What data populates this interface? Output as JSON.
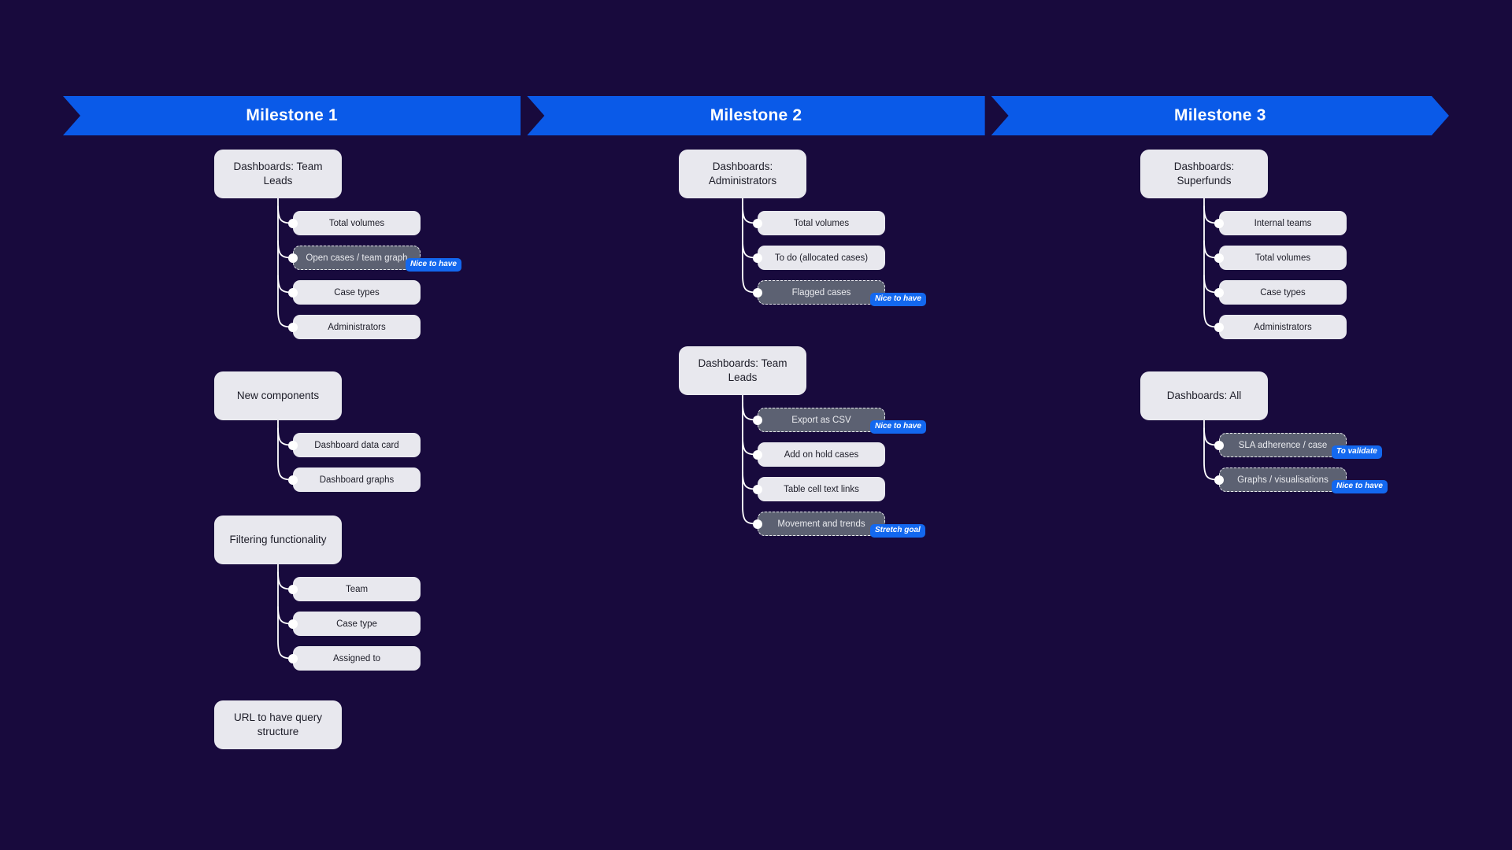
{
  "milestones": [
    {
      "label": "Milestone 1"
    },
    {
      "label": "Milestone 2"
    },
    {
      "label": "Milestone 3"
    }
  ],
  "colors": {
    "background": "#180a3d",
    "milestone_bar": "#0a5ae8",
    "card": "#e8e8ee",
    "card_text": "#1d1d28",
    "optional_card": "#5c6172",
    "optional_card_text": "#e9eaee",
    "badge": "#1368ef",
    "connector": "#ffffff"
  },
  "columns": [
    {
      "milestone": "Milestone 1",
      "groups": [
        {
          "title": "Dashboards: Team Leads",
          "children": [
            {
              "label": "Total volumes",
              "style": "solid",
              "badge": null
            },
            {
              "label": "Open cases / team graph",
              "style": "dashed",
              "badge": "Nice to have"
            },
            {
              "label": "Case types",
              "style": "solid",
              "badge": null
            },
            {
              "label": "Administrators",
              "style": "solid",
              "badge": null
            }
          ]
        },
        {
          "title": "New components",
          "children": [
            {
              "label": "Dashboard data card",
              "style": "solid",
              "badge": null
            },
            {
              "label": "Dashboard graphs",
              "style": "solid",
              "badge": null
            }
          ]
        },
        {
          "title": "Filtering functionality",
          "children": [
            {
              "label": "Team",
              "style": "solid",
              "badge": null
            },
            {
              "label": "Case type",
              "style": "solid",
              "badge": null
            },
            {
              "label": "Assigned to",
              "style": "solid",
              "badge": null
            }
          ]
        },
        {
          "title": "URL to have query structure",
          "children": []
        }
      ]
    },
    {
      "milestone": "Milestone 2",
      "groups": [
        {
          "title": "Dashboards: Administrators",
          "children": [
            {
              "label": "Total volumes",
              "style": "solid",
              "badge": null
            },
            {
              "label": "To do (allocated cases)",
              "style": "solid",
              "badge": null
            },
            {
              "label": "Flagged cases",
              "style": "dashed",
              "badge": "Nice to have"
            }
          ]
        },
        {
          "title": "Dashboards: Team Leads",
          "children": [
            {
              "label": "Export as CSV",
              "style": "dashed",
              "badge": "Nice to have"
            },
            {
              "label": "Add on hold cases",
              "style": "solid",
              "badge": null
            },
            {
              "label": "Table cell text links",
              "style": "solid",
              "badge": null
            },
            {
              "label": "Movement and trends",
              "style": "dashed",
              "badge": "Stretch goal"
            }
          ]
        }
      ]
    },
    {
      "milestone": "Milestone 3",
      "groups": [
        {
          "title": "Dashboards: Superfunds",
          "children": [
            {
              "label": "Internal teams",
              "style": "solid",
              "badge": null
            },
            {
              "label": "Total volumes",
              "style": "solid",
              "badge": null
            },
            {
              "label": "Case types",
              "style": "solid",
              "badge": null
            },
            {
              "label": "Administrators",
              "style": "solid",
              "badge": null
            }
          ]
        },
        {
          "title": "Dashboards: All",
          "children": [
            {
              "label": "SLA adherence / case",
              "style": "dashed",
              "badge": "To validate"
            },
            {
              "label": "Graphs / visualisations",
              "style": "dashed",
              "badge": "Nice to have"
            }
          ]
        }
      ]
    }
  ]
}
